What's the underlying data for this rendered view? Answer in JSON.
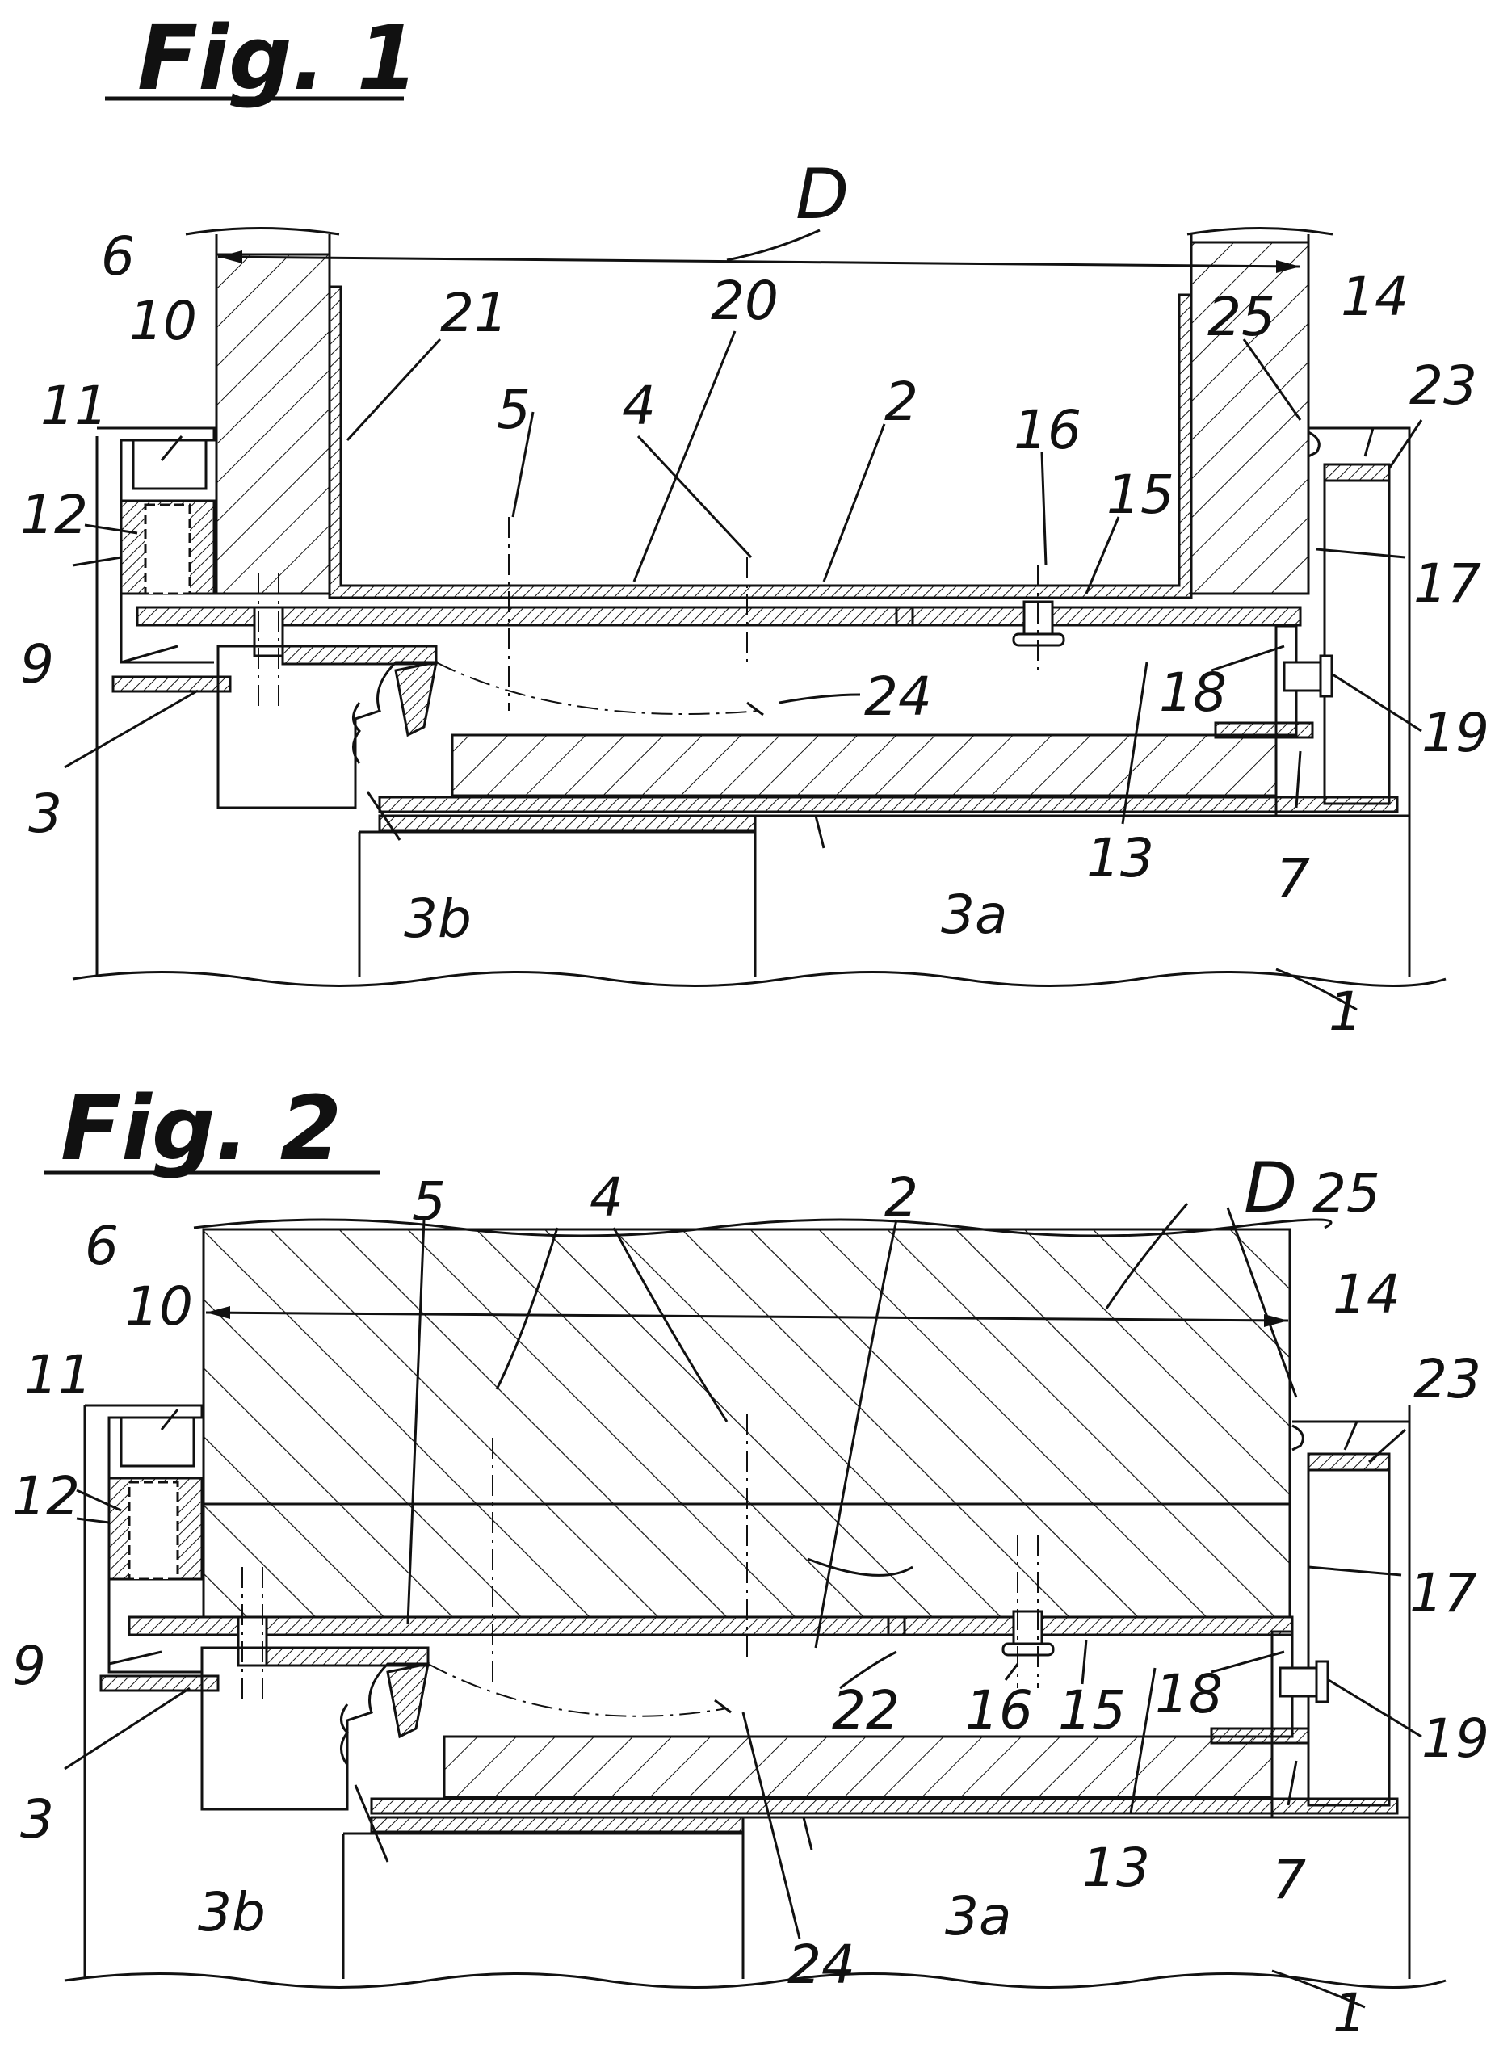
{
  "figures": [
    {
      "title": "Fig. 1",
      "labels": {
        "D": "D",
        "n1": "1",
        "n2": "2",
        "n3": "3",
        "n3a": "3a",
        "n3b": "3b",
        "n4": "4",
        "n5": "5",
        "n6": "6",
        "n7": "7",
        "n9": "9",
        "n10": "10",
        "n11": "11",
        "n12": "12",
        "n13": "13",
        "n14": "14",
        "n15": "15",
        "n16": "16",
        "n17": "17",
        "n18": "18",
        "n19": "19",
        "n20": "20",
        "n21": "21",
        "n23": "23",
        "n24": "24",
        "n25": "25"
      }
    },
    {
      "title": "Fig. 2",
      "labels": {
        "D": "D",
        "n1": "1",
        "n2": "2",
        "n3": "3",
        "n3a": "3a",
        "n3b": "3b",
        "n4": "4",
        "n5": "5",
        "n6": "6",
        "n7": "7",
        "n9": "9",
        "n10": "10",
        "n11": "11",
        "n12": "12",
        "n13": "13",
        "n14": "14",
        "n15": "15",
        "n16": "16",
        "n17": "17",
        "n18": "18",
        "n19": "19",
        "n22": "22",
        "n23": "23",
        "n24": "24",
        "n25": "25"
      }
    }
  ]
}
